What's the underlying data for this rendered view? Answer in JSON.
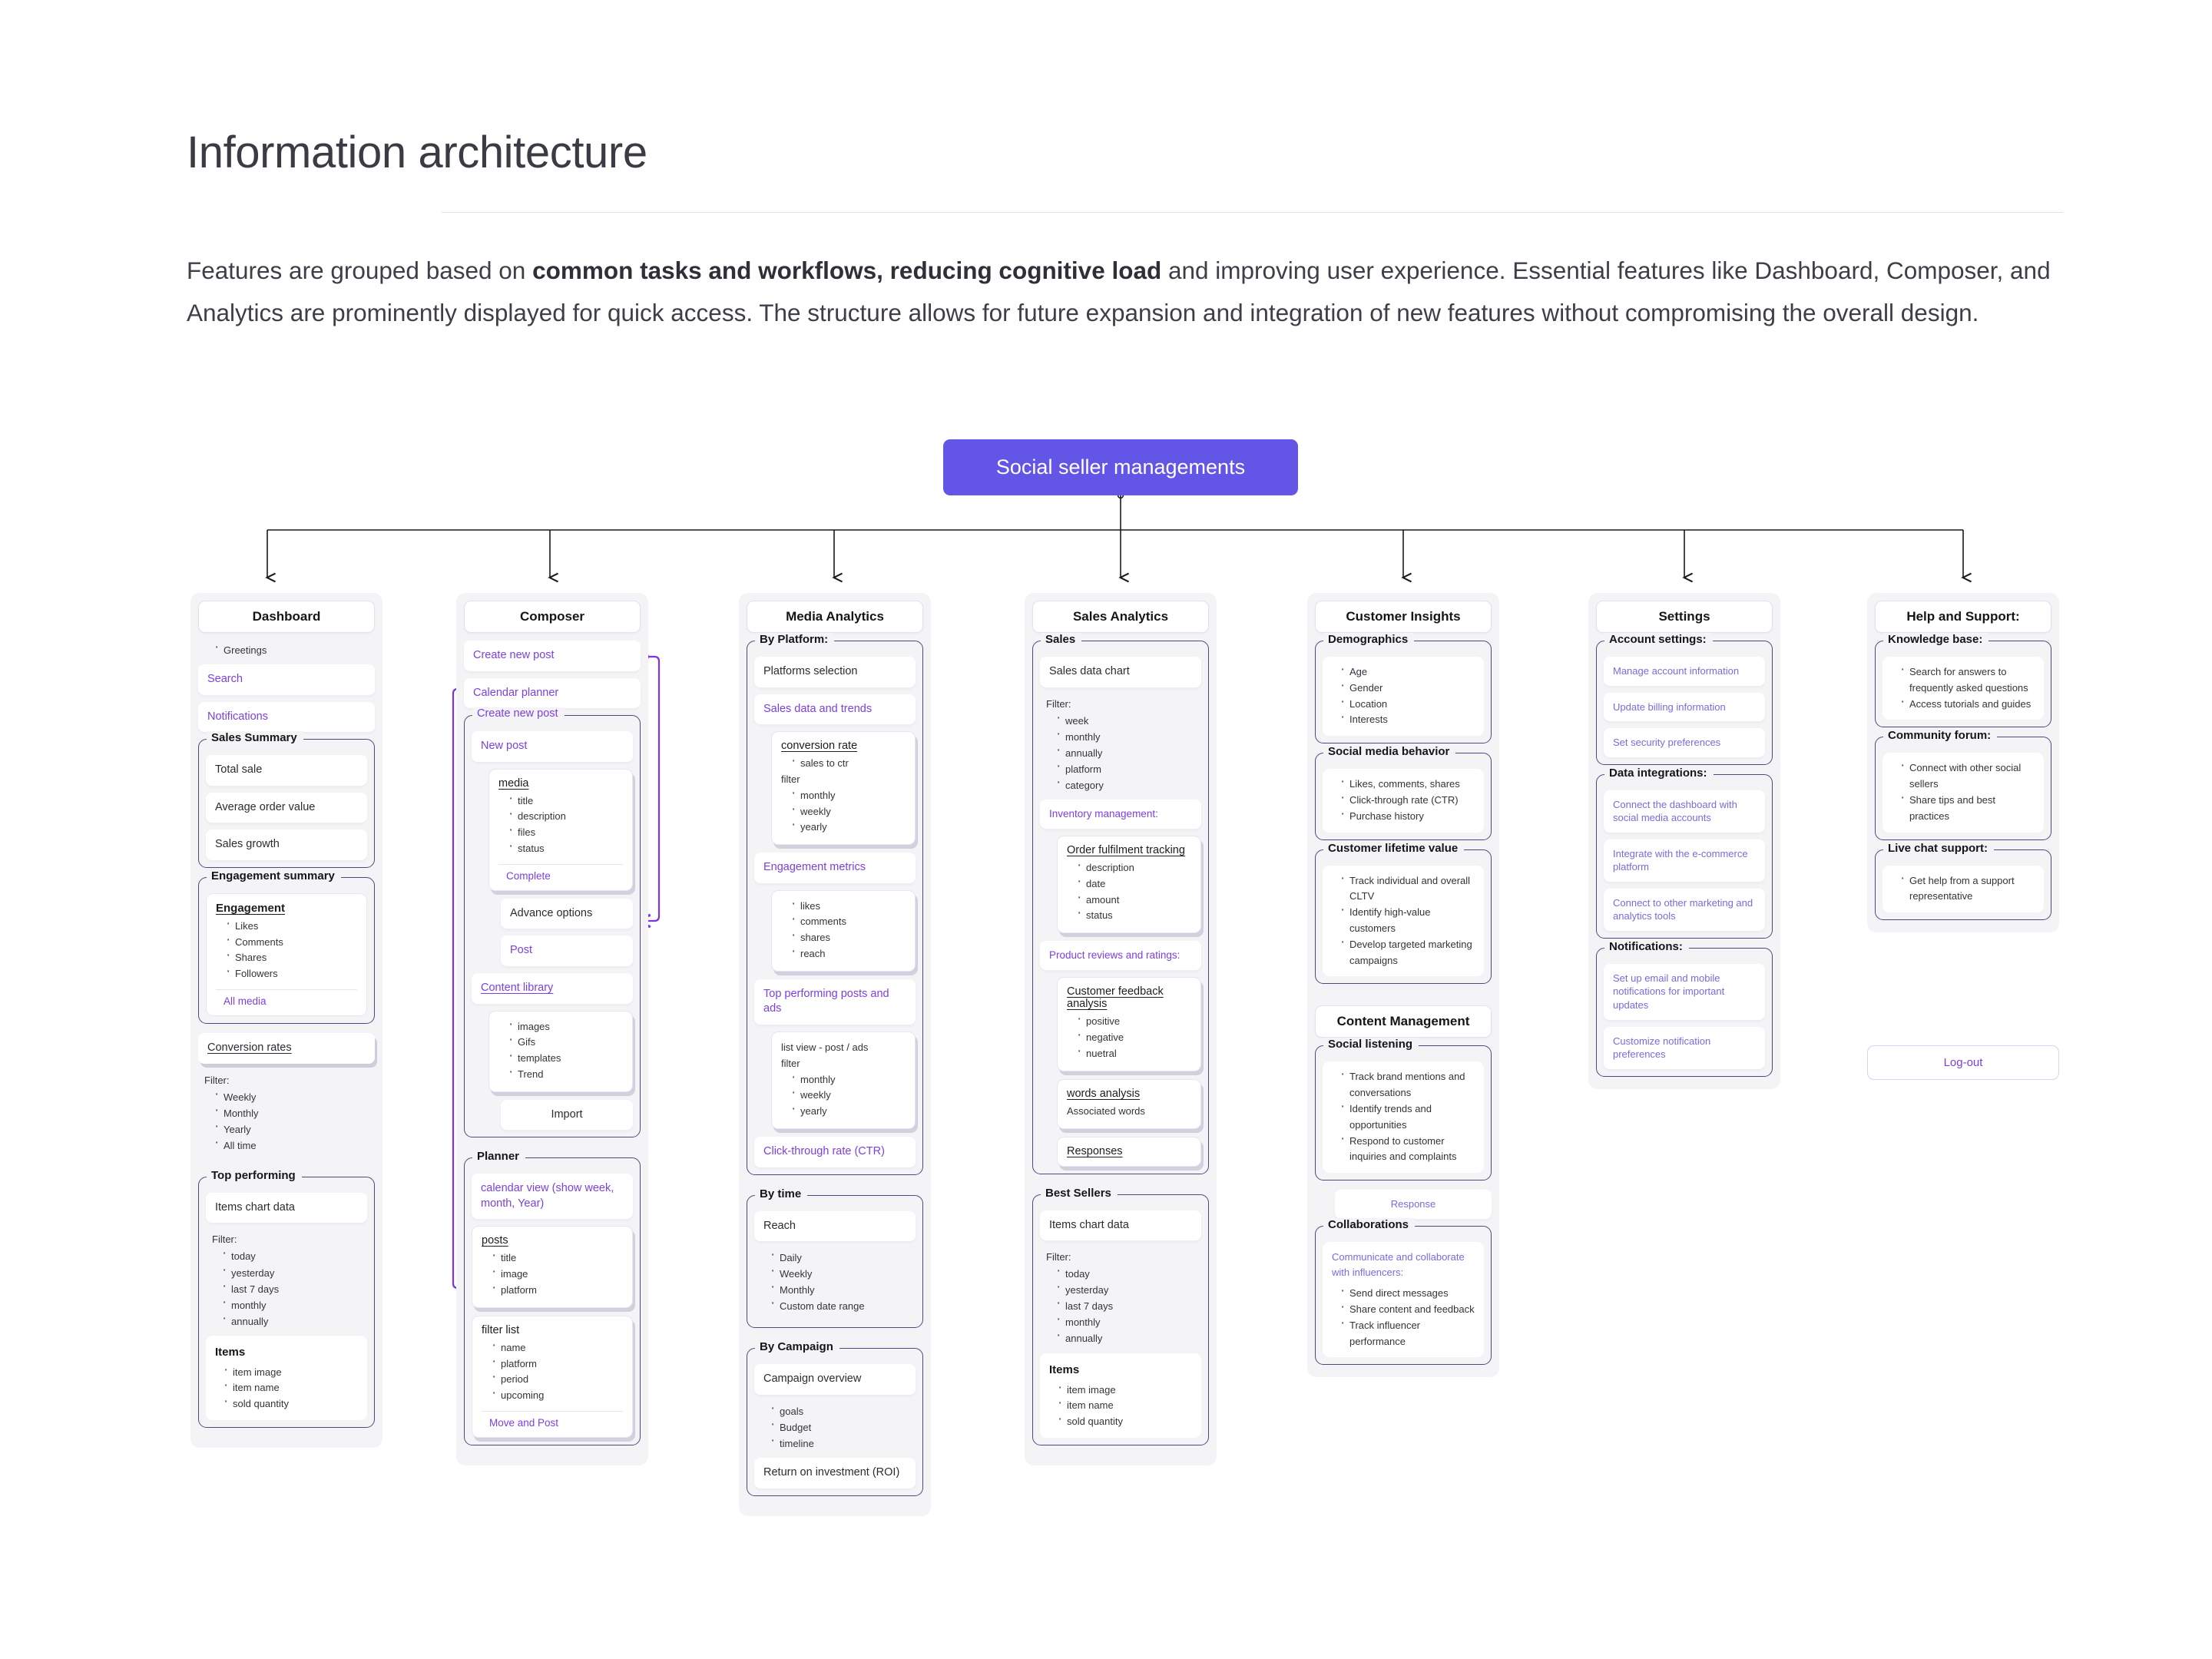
{
  "page": {
    "title": "Information architecture",
    "intro_parts": [
      {
        "text": "Features are grouped based on ",
        "bold": false
      },
      {
        "text": "common tasks and workflows, reducing cognitive load",
        "bold": true
      },
      {
        "text": " and improving user experience. Essential features like Dashboard, Composer, and Analytics are prominently displayed for quick access. The structure allows for future expansion and integration of new features without compromising the overall design.",
        "bold": false
      }
    ]
  },
  "colors": {
    "root_node_bg": "#6355E5",
    "accent_purple": "#7b3fe4",
    "accent_purple_soft": "#7a6ade",
    "group_border": "#55457e",
    "column_bg": "#f4f4f7",
    "connector_black": "#1a1a1a",
    "connector_purple": "#7a34e0"
  },
  "root": {
    "label": "Social seller managements"
  },
  "columns": {
    "dashboard": {
      "head": "Dashboard",
      "greetings": "Greetings",
      "search": "Search",
      "notifications": "Notifications",
      "sales_summary": {
        "title": "Sales Summary",
        "items": [
          "Total sale",
          "Average order value",
          "Sales growth"
        ]
      },
      "engagement_summary": {
        "title": "Engagement summary",
        "card_title": "Engagement",
        "items": [
          "Likes",
          "Comments",
          "Shares",
          "Followers"
        ],
        "action": "All media"
      },
      "conversion_rates": "Conversion rates",
      "filter_label": "Filter:",
      "filter_items": [
        "Weekly",
        "Monthly",
        "Yearly",
        "All time"
      ],
      "top_performing": {
        "title": "Top performing",
        "chart": "Items chart data",
        "filter_label": "Filter:",
        "filter_items": [
          "today",
          "yesterday",
          "last 7 days",
          "monthly",
          "annually"
        ],
        "items_title": "Items",
        "items": [
          "item image",
          "item name",
          "sold quantity"
        ]
      }
    },
    "composer": {
      "head": "Composer",
      "create_new_post": "Create new post",
      "calendar_planner": "Calendar planner",
      "create_group": {
        "title": "Create new post",
        "new_post": "New post",
        "media_title": "media",
        "media_items": [
          "title",
          "description",
          "files",
          "status"
        ],
        "complete": "Complete",
        "advance_options": "Advance options",
        "post": "Post",
        "content_library": "Content library",
        "library_items": [
          "images",
          "Gifs",
          "templates",
          "Trend"
        ],
        "import": "Import"
      },
      "planner": {
        "title": "Planner",
        "calendar_view": "calendar view (show week, month, Year)",
        "posts_title": "posts",
        "posts_items": [
          "title",
          "image",
          "platform"
        ],
        "filter_list_title": "filter list",
        "filter_list_items": [
          "name",
          "platform",
          "period",
          "upcoming"
        ],
        "move_and_post": "Move and Post"
      }
    },
    "media_analytics": {
      "head": "Media Analytics",
      "by_platform": {
        "title": "By Platform:",
        "platforms_selection": "Platforms selection",
        "sales_data_and_trends": "Sales data and trends",
        "conversion_rate_title": "conversion rate",
        "conversion_rate_items": [
          "sales to ctr"
        ],
        "conversion_filter_label": "filter",
        "conversion_filter_items": [
          "monthly",
          "weekly",
          "yearly"
        ],
        "engagement_metrics": "Engagement metrics",
        "engagement_items": [
          "likes",
          "comments",
          "shares",
          "reach"
        ],
        "top_performing_posts": "Top performing posts and ads",
        "list_view_label": "list view - post / ads",
        "list_filter_label": "filter",
        "list_filter_items": [
          "monthly",
          "weekly",
          "yearly"
        ],
        "ctr": "Click-through rate (CTR)"
      },
      "by_time": {
        "title": "By time",
        "reach": "Reach",
        "items": [
          "Daily",
          "Weekly",
          "Monthly",
          "Custom date range"
        ]
      },
      "by_campaign": {
        "title": "By Campaign",
        "overview": "Campaign overview",
        "items": [
          "goals",
          "Budget",
          "timeline"
        ],
        "roi": "Return on investment (ROI)"
      }
    },
    "sales_analytics": {
      "head": "Sales Analytics",
      "sales": {
        "title": "Sales",
        "chart": "Sales data chart",
        "filter_label": "Filter:",
        "filter_items": [
          "week",
          "monthly",
          "annually",
          "platform",
          "category"
        ],
        "inventory_management": "Inventory management:",
        "order_title": "Order fulfilment tracking",
        "order_items": [
          "description",
          "date",
          "amount",
          "status"
        ],
        "product_reviews": "Product reviews and ratings:",
        "feedback_title": "Customer feedback analysis",
        "feedback_items": [
          "positive",
          "negative",
          "nuetral"
        ],
        "words_title": "words analysis",
        "words_sub": "Associated words",
        "responses": "Responses"
      },
      "best_sellers": {
        "title": "Best Sellers",
        "chart": "Items chart data",
        "filter_label": "Filter:",
        "filter_items": [
          "today",
          "yesterday",
          "last 7 days",
          "monthly",
          "annually"
        ],
        "items_title": "Items",
        "items": [
          "item image",
          "item name",
          "sold quantity"
        ]
      }
    },
    "customer_insights": {
      "head": "Customer Insights",
      "demographics": {
        "title": "Demographics",
        "items": [
          "Age",
          "Gender",
          "Location",
          "Interests"
        ]
      },
      "social_media_behavior": {
        "title": "Social media behavior",
        "items": [
          "Likes, comments, shares",
          "Click-through rate (CTR)",
          "Purchase history"
        ]
      },
      "customer_lifetime_value": {
        "title": "Customer lifetime value",
        "items": [
          "Track individual and overall CLTV",
          "Identify high-value customers",
          "Develop targeted marketing campaigns"
        ]
      },
      "content_management_head": "Content Management",
      "social_listening": {
        "title": "Social listening",
        "items": [
          "Track brand mentions and conversations",
          "Identify trends and opportunities",
          "Respond to customer inquiries and complaints"
        ],
        "response": "Response"
      },
      "collaborations": {
        "title": "Collaborations",
        "lead": "Communicate and collaborate with influencers:",
        "items": [
          "Send direct messages",
          "Share content and feedback",
          "Track influencer performance"
        ]
      }
    },
    "settings": {
      "head": "Settings",
      "account_settings": {
        "title": "Account settings:",
        "items": [
          "Manage account information",
          "Update billing information",
          "Set security preferences"
        ]
      },
      "data_integrations": {
        "title": "Data integrations:",
        "items": [
          "Connect the dashboard with social media accounts",
          "Integrate with the e-commerce platform",
          "Connect to other marketing and analytics tools"
        ]
      },
      "notifications": {
        "title": "Notifications:",
        "items": [
          "Set up email and mobile notifications for important updates",
          "Customize notification preferences"
        ]
      }
    },
    "help_support": {
      "head": "Help and Support:",
      "knowledge_base": {
        "title": "Knowledge base:",
        "items": [
          "Search for answers to frequently asked questions",
          "Access tutorials and guides"
        ]
      },
      "community_forum": {
        "title": "Community forum:",
        "items": [
          "Connect with other social sellers",
          "Share tips and best practices"
        ]
      },
      "live_chat": {
        "title": "Live chat support:",
        "items": [
          "Get help from a support representative"
        ]
      },
      "logout": "Log-out"
    }
  }
}
